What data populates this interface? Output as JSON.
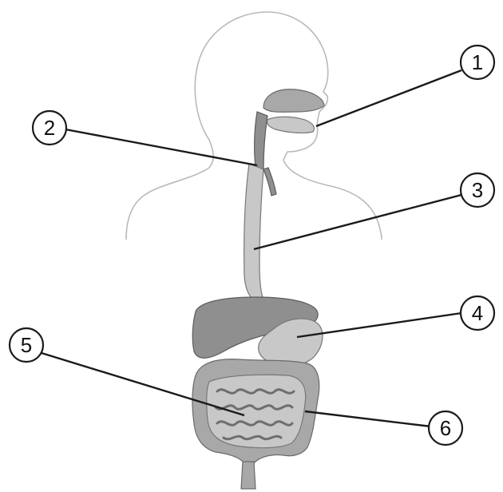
{
  "labels": [
    {
      "id": "1",
      "text": "1"
    },
    {
      "id": "2",
      "text": "2"
    },
    {
      "id": "3",
      "text": "3"
    },
    {
      "id": "4",
      "text": "4"
    },
    {
      "id": "5",
      "text": "5"
    },
    {
      "id": "6",
      "text": "6"
    }
  ],
  "colors": {
    "outline": "#b9b9b9",
    "organ_dark": "#8f8f8f",
    "organ_mid": "#a8a8a8",
    "organ_light": "#c8c8c8",
    "ink": "#1a1a1a"
  }
}
